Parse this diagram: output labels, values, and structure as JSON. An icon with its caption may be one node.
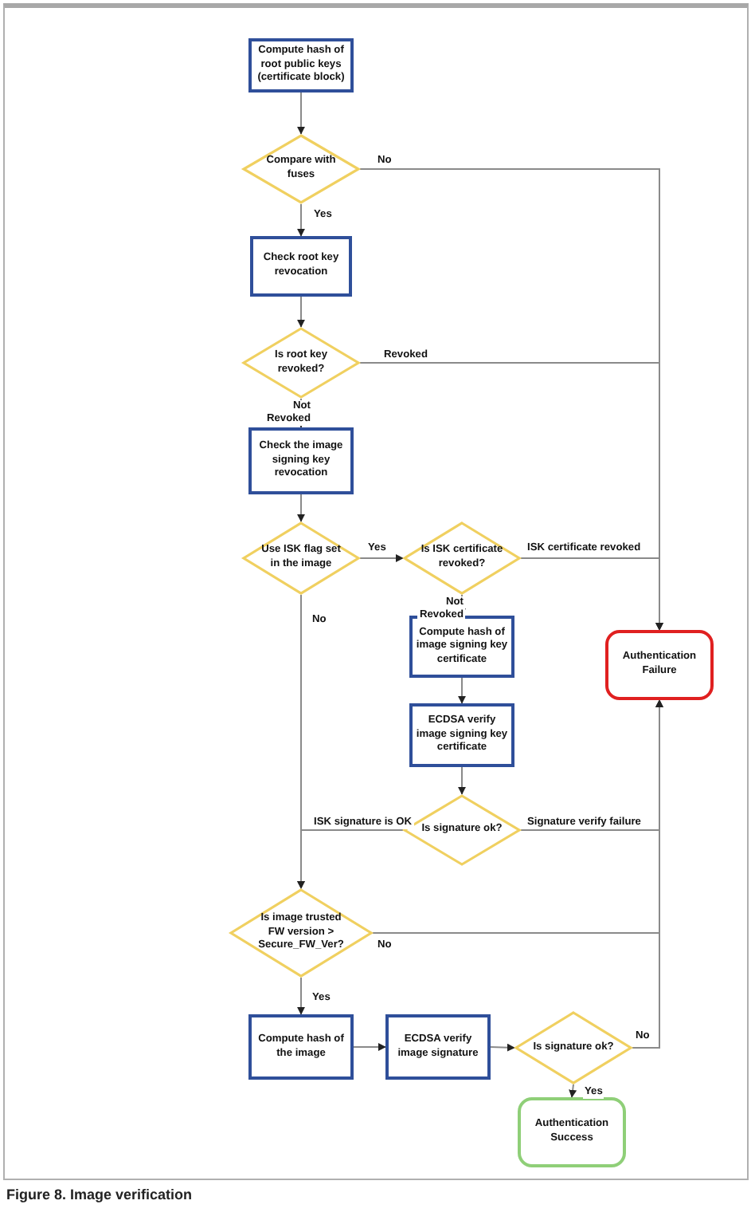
{
  "diagram": {
    "caption": "Figure 8. Image verification",
    "nodes": [
      {
        "text": [
          "Compute hash of root public keys (certificate block)"
        ]
      },
      {
        "text": [
          "Compare with fuses"
        ]
      },
      {
        "text": [
          "Check root key revocation"
        ]
      },
      {
        "text": [
          "Is root key revoked?"
        ]
      },
      {
        "text": [
          "Check the image signing key revocation"
        ]
      },
      {
        "text": [
          "Use ISK flag set in the image"
        ]
      },
      {
        "text": [
          "Is ISK certificate revoked?"
        ]
      },
      {
        "text": [
          "Compute hash of image signing key certificate"
        ]
      },
      {
        "text": [
          "ECDSA verify image signing key certificate"
        ]
      },
      {
        "text": [
          "Is signature ok?"
        ]
      },
      {
        "text": [
          "Is image trusted FW version > Secure_FW_Ver?"
        ]
      },
      {
        "text": [
          "Compute hash of the image"
        ]
      },
      {
        "text": [
          "ECDSA verify image signature"
        ]
      },
      {
        "text": [
          "Is signature ok?"
        ]
      },
      {
        "text": [
          "Authentication Success"
        ]
      },
      {
        "text": [
          "Authentication Failure"
        ]
      }
    ],
    "edges": [
      {
        "from": 0,
        "to": 1,
        "arrow": "to"
      },
      {
        "from": 1,
        "to": 2,
        "arrow": "to",
        "label": "Yes"
      },
      {
        "from": 1,
        "to": 15,
        "arrow": "to",
        "label": "No"
      },
      {
        "from": 2,
        "to": 3,
        "arrow": "to"
      },
      {
        "from": 3,
        "to": 15,
        "arrow": "to",
        "label": "Revoked"
      },
      {
        "from": 3,
        "to": 4,
        "arrow": "to",
        "label": "Not Revoked"
      },
      {
        "from": 4,
        "to": 5,
        "arrow": "to"
      },
      {
        "from": 5,
        "to": 6,
        "arrow": "to",
        "label": "Yes"
      },
      {
        "from": 6,
        "to": 15,
        "arrow": "to",
        "label": "ISK certificate revoked"
      },
      {
        "from": 6,
        "to": 7,
        "arrow": "to",
        "label": "Not Revoked"
      },
      {
        "from": 7,
        "to": 8,
        "arrow": "to"
      },
      {
        "from": 8,
        "to": 9,
        "arrow": "to"
      },
      {
        "from": 9,
        "to": 15,
        "arrow": "to",
        "label": "Signature verify failure"
      },
      {
        "from": 9,
        "to": 10,
        "arrow": "to",
        "label": "ISK signature is OK"
      },
      {
        "from": 5,
        "to": 10,
        "arrow": "to",
        "label": "No"
      },
      {
        "from": 10,
        "to": 15,
        "arrow": "to",
        "label": "No"
      },
      {
        "from": 10,
        "to": 11,
        "arrow": "to",
        "label": "Yes"
      },
      {
        "from": 11,
        "to": 12,
        "arrow": "to"
      },
      {
        "from": 12,
        "to": 13,
        "arrow": "to"
      },
      {
        "from": 13,
        "to": 15,
        "arrow": "to",
        "label": "No"
      },
      {
        "from": 13,
        "to": 14,
        "arrow": "to",
        "label": "Yes"
      }
    ]
  }
}
